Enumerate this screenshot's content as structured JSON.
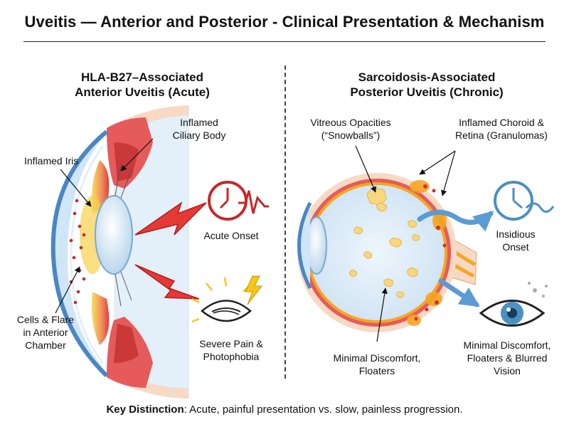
{
  "title": "Uveitis — Anterior and Posterior - Clinical Presentation & Mechanism",
  "left_panel": {
    "heading_line1": "HLA-B27–Associated",
    "heading_line2": "Anterior Uveitis (Acute)",
    "label_ciliary_line1": "Inflamed",
    "label_ciliary_line2": "Ciliary Body",
    "label_iris": "Inflamed Iris",
    "label_cells_line1": "Cells & Flare",
    "label_cells_line2": "in Anterior",
    "label_cells_line3": "Chamber",
    "label_onset": "Acute Onset",
    "label_pain_line1": "Severe Pain &",
    "label_pain_line2": "Photophobia"
  },
  "right_panel": {
    "heading_line1": "Sarcoidosis-Associated",
    "heading_line2": "Posterior Uveitis (Chronic)",
    "label_vitreous_line1": "Vitreous Opacities",
    "label_vitreous_line2": "(“Snowballs”)",
    "label_choroid_line1": "Inflamed Choroid &",
    "label_choroid_line2": "Retina (Granulomas)",
    "label_onset_line1": "Insidious",
    "label_onset_line2": "Onset",
    "label_discomfort_line1": "Minimal Discomfort,",
    "label_discomfort_line2": "Floaters",
    "label_vision_line1": "Minimal Discomfort,",
    "label_vision_line2": "Floaters & Blurred",
    "label_vision_line3": "Vision"
  },
  "footer": {
    "key_label": "Key Distinction",
    "text": ": Acute, painful presentation vs. slow, painless progression."
  },
  "colors": {
    "inflammation_red": "#d32f2f",
    "dark_red": "#b71c1c",
    "granuloma_orange": "#f5a623",
    "clock_blue": "#4a90c2",
    "arrow_blue": "#5b9bd5",
    "vitreous_fill": "#dcebf7",
    "lightning_yellow": "#f5c518"
  }
}
